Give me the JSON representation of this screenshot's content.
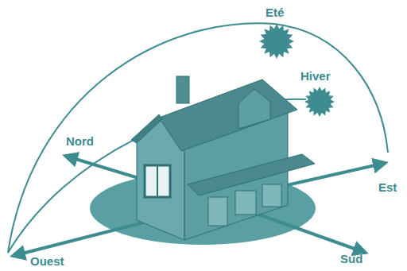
{
  "diagram": {
    "labels": [
      "Eté",
      "Hiver",
      "Nord",
      "Est",
      "Sud",
      "Ouest"
    ]
  }
}
